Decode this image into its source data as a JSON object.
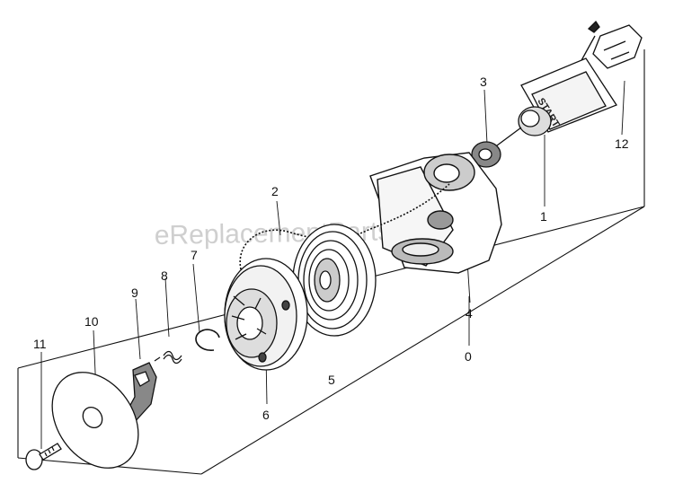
{
  "watermark": "eReplacementParts.com",
  "handle_text": "START",
  "labels": {
    "p0": "0",
    "p1": "1",
    "p2": "2",
    "p3": "3",
    "p4": "4",
    "p5": "5",
    "p6": "6",
    "p7": "7",
    "p8": "8",
    "p9": "9",
    "p10": "10",
    "p11": "11",
    "p12": "12"
  }
}
